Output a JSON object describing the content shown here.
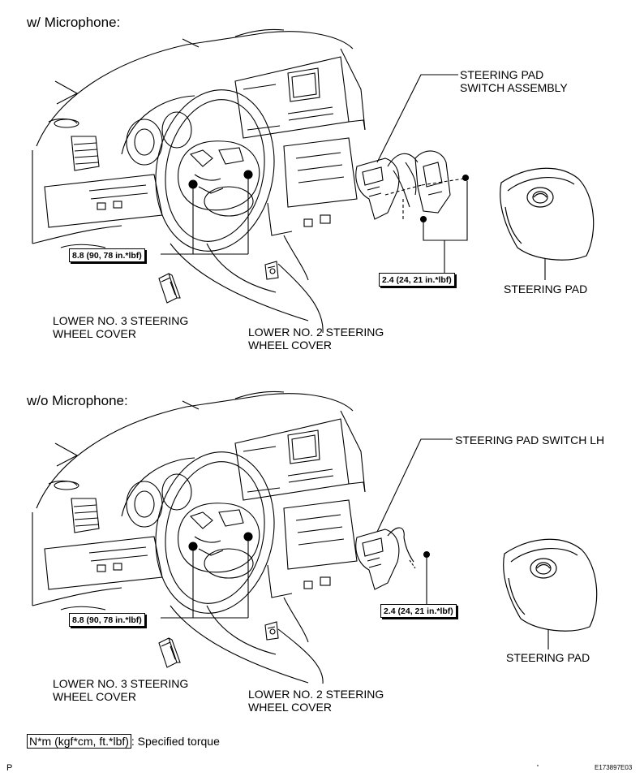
{
  "sections": [
    {
      "heading": "w/ Microphone:",
      "switch_label": [
        "STEERING PAD",
        "SWITCH ASSEMBLY"
      ],
      "torque_wheel": "8.8 (90, 78 in.*lbf)",
      "torque_switch": "2.4 (24, 21 in.*lbf)",
      "pad_label": "STEERING PAD",
      "cover3_label": [
        "LOWER NO. 3 STEERING",
        "WHEEL COVER"
      ],
      "cover2_label": [
        "LOWER NO. 2 STEERING",
        "WHEEL COVER"
      ]
    },
    {
      "heading": "w/o Microphone:",
      "switch_label": [
        "STEERING PAD SWITCH LH"
      ],
      "torque_wheel": "8.8 (90, 78 in.*lbf)",
      "torque_switch": "2.4 (24, 21 in.*lbf)",
      "pad_label": "STEERING PAD",
      "cover3_label": [
        "LOWER NO. 3 STEERING",
        "WHEEL COVER"
      ],
      "cover2_label": [
        "LOWER NO. 2 STEERING",
        "WHEEL COVER"
      ]
    }
  ],
  "legend": {
    "unit_box": "N*m (kgf*cm, ft.*lbf)",
    "text": ": Specified torque"
  },
  "footer": {
    "left_mark": "P",
    "figure_code": "E173897E03"
  }
}
